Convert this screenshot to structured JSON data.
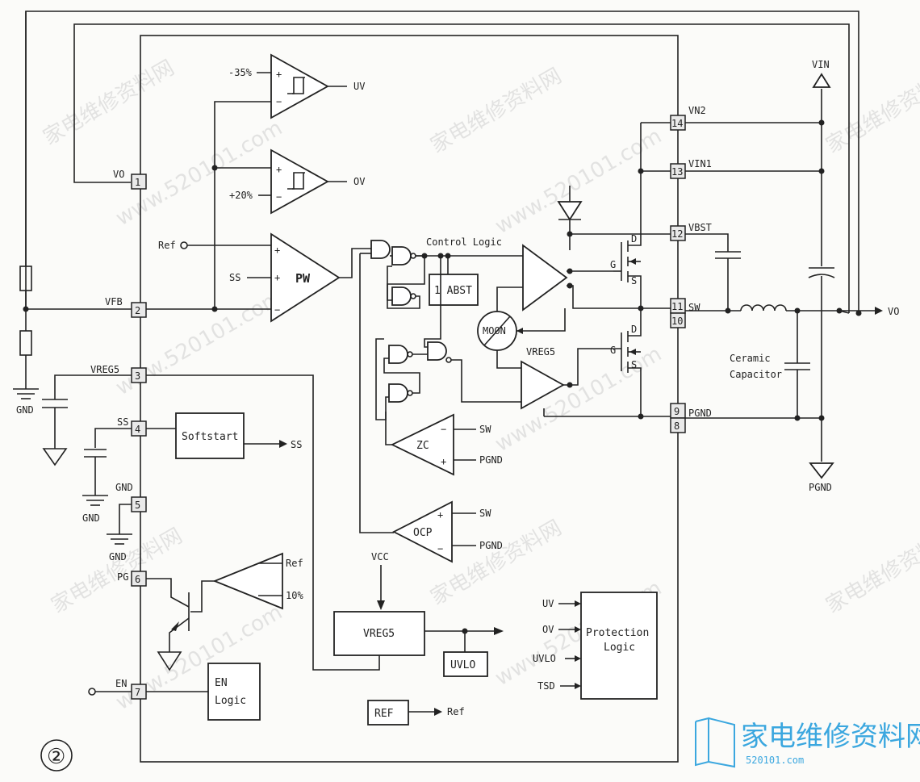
{
  "diagram_label": "②",
  "watermark": {
    "cn": "家电维修资料网",
    "url": "www.520101.com"
  },
  "logo": {
    "text": "家电维修资料网",
    "url": "520101.com"
  },
  "pins": {
    "p1": {
      "num": "1",
      "name": "VO"
    },
    "p2": {
      "num": "2",
      "name": "VFB"
    },
    "p3": {
      "num": "3",
      "name": "VREG5"
    },
    "p4": {
      "num": "4",
      "name": "SS"
    },
    "p5": {
      "num": "5",
      "name": "GND"
    },
    "p6": {
      "num": "6",
      "name": "PG"
    },
    "p7": {
      "num": "7",
      "name": "EN"
    },
    "p8": {
      "num": "8",
      "name": "PGND"
    },
    "p9": {
      "num": "9"
    },
    "p10": {
      "num": "10"
    },
    "p11": {
      "num": "11",
      "name": "SW"
    },
    "p12": {
      "num": "12",
      "name": "VBST"
    },
    "p13": {
      "num": "13",
      "name": "VIN1"
    },
    "p14": {
      "num": "14",
      "name": "VN2"
    }
  },
  "blocks": {
    "pw": "PW",
    "zc": "ZC",
    "ocp": "OCP",
    "abst": "1 ABST",
    "moon": "MOON",
    "vreg5_drv": "VREG5",
    "softstart": "Softstart",
    "vreg5": "VREG5",
    "uvlo": "UVLO",
    "en_logic_1": "EN",
    "en_logic_2": "Logic",
    "ref": "REF",
    "protection_1": "Protection",
    "protection_2": "Logic",
    "control_logic": "Control Logic"
  },
  "comparators": {
    "uv_thresh": "-35%",
    "uv_out": "UV",
    "ov_thresh": "+20%",
    "ov_out": "OV",
    "pg_ref": "Ref",
    "pg_thresh": "10%"
  },
  "signals": {
    "ref_in": "Ref",
    "ss_in": "SS",
    "ss_out": "SS",
    "sw1": "SW",
    "pgnd1": "PGND",
    "sw2": "SW",
    "pgnd2": "PGND",
    "vcc": "VCC",
    "ref_out": "Ref",
    "prot_uv": "UV",
    "prot_ov": "OV",
    "prot_uvlo": "UVLO",
    "prot_tsd": "TSD",
    "mos_d1": "D",
    "mos_g1": "G",
    "mos_s1": "S",
    "mos_d2": "D",
    "mos_g2": "G",
    "mos_s2": "S"
  },
  "external": {
    "gnd1": "GND",
    "gnd2": "GND",
    "gnd3": "GND",
    "vin": "VIN",
    "vo": "VO",
    "pgnd": "PGND",
    "cap_1": "Ceramic",
    "cap_2": "Capacitor"
  }
}
